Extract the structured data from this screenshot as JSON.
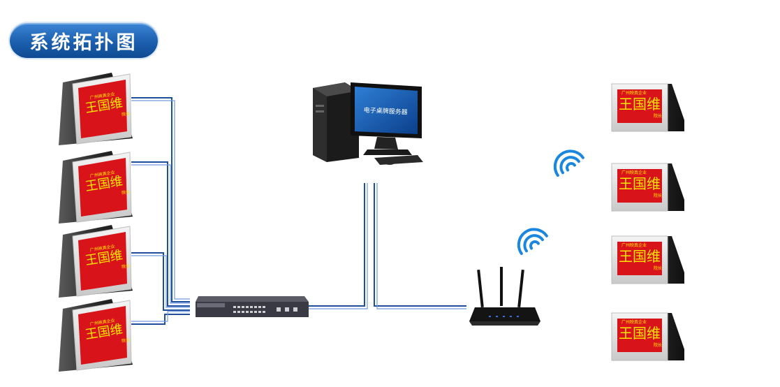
{
  "title": "系统拓扑图",
  "server": {
    "screen_text": "电子桌牌服务器"
  },
  "nameplate": {
    "org": "广州映真企业",
    "name": "王国维",
    "role": "院长"
  },
  "colors": {
    "accent": "#1b5fae",
    "cable": "#1f4f9c",
    "plate_red": "#d8141a",
    "plate_text": "#ffe600",
    "wifi": "#1a86e0"
  },
  "icons": [
    "wifi-icon",
    "switch-icon",
    "router-icon",
    "desktop-computer-icon",
    "nameplate-icon"
  ]
}
